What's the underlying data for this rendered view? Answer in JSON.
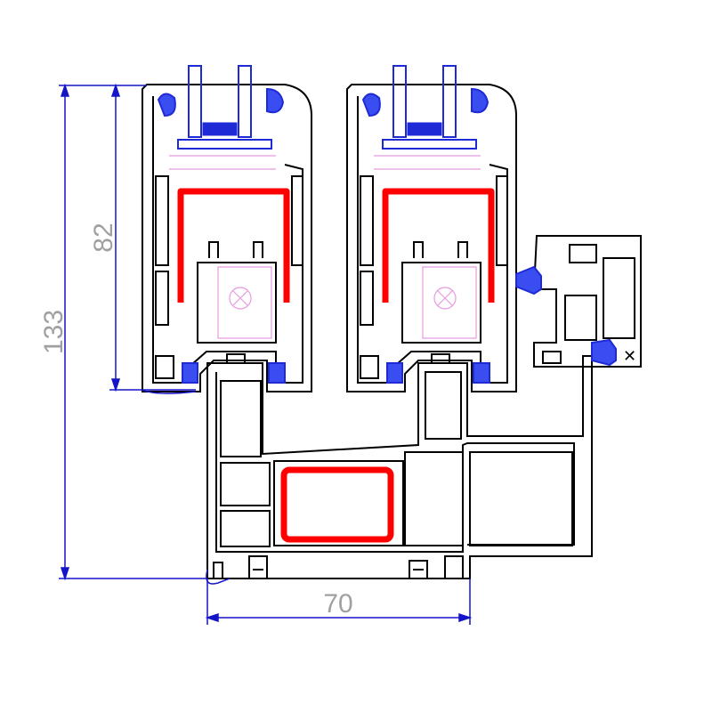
{
  "dimensions": {
    "overall_height": "133",
    "sash_height": "82",
    "frame_depth": "70"
  },
  "colors": {
    "outline": "#000000",
    "dimension_line": "#1414c8",
    "dimension_text": "#a0a0a0",
    "reinforcement": "#ff0000",
    "gasket": "#1e2ad6",
    "gasket_fill": "#3a4df0",
    "hardware": "#e59ae0",
    "background": "#ffffff"
  }
}
